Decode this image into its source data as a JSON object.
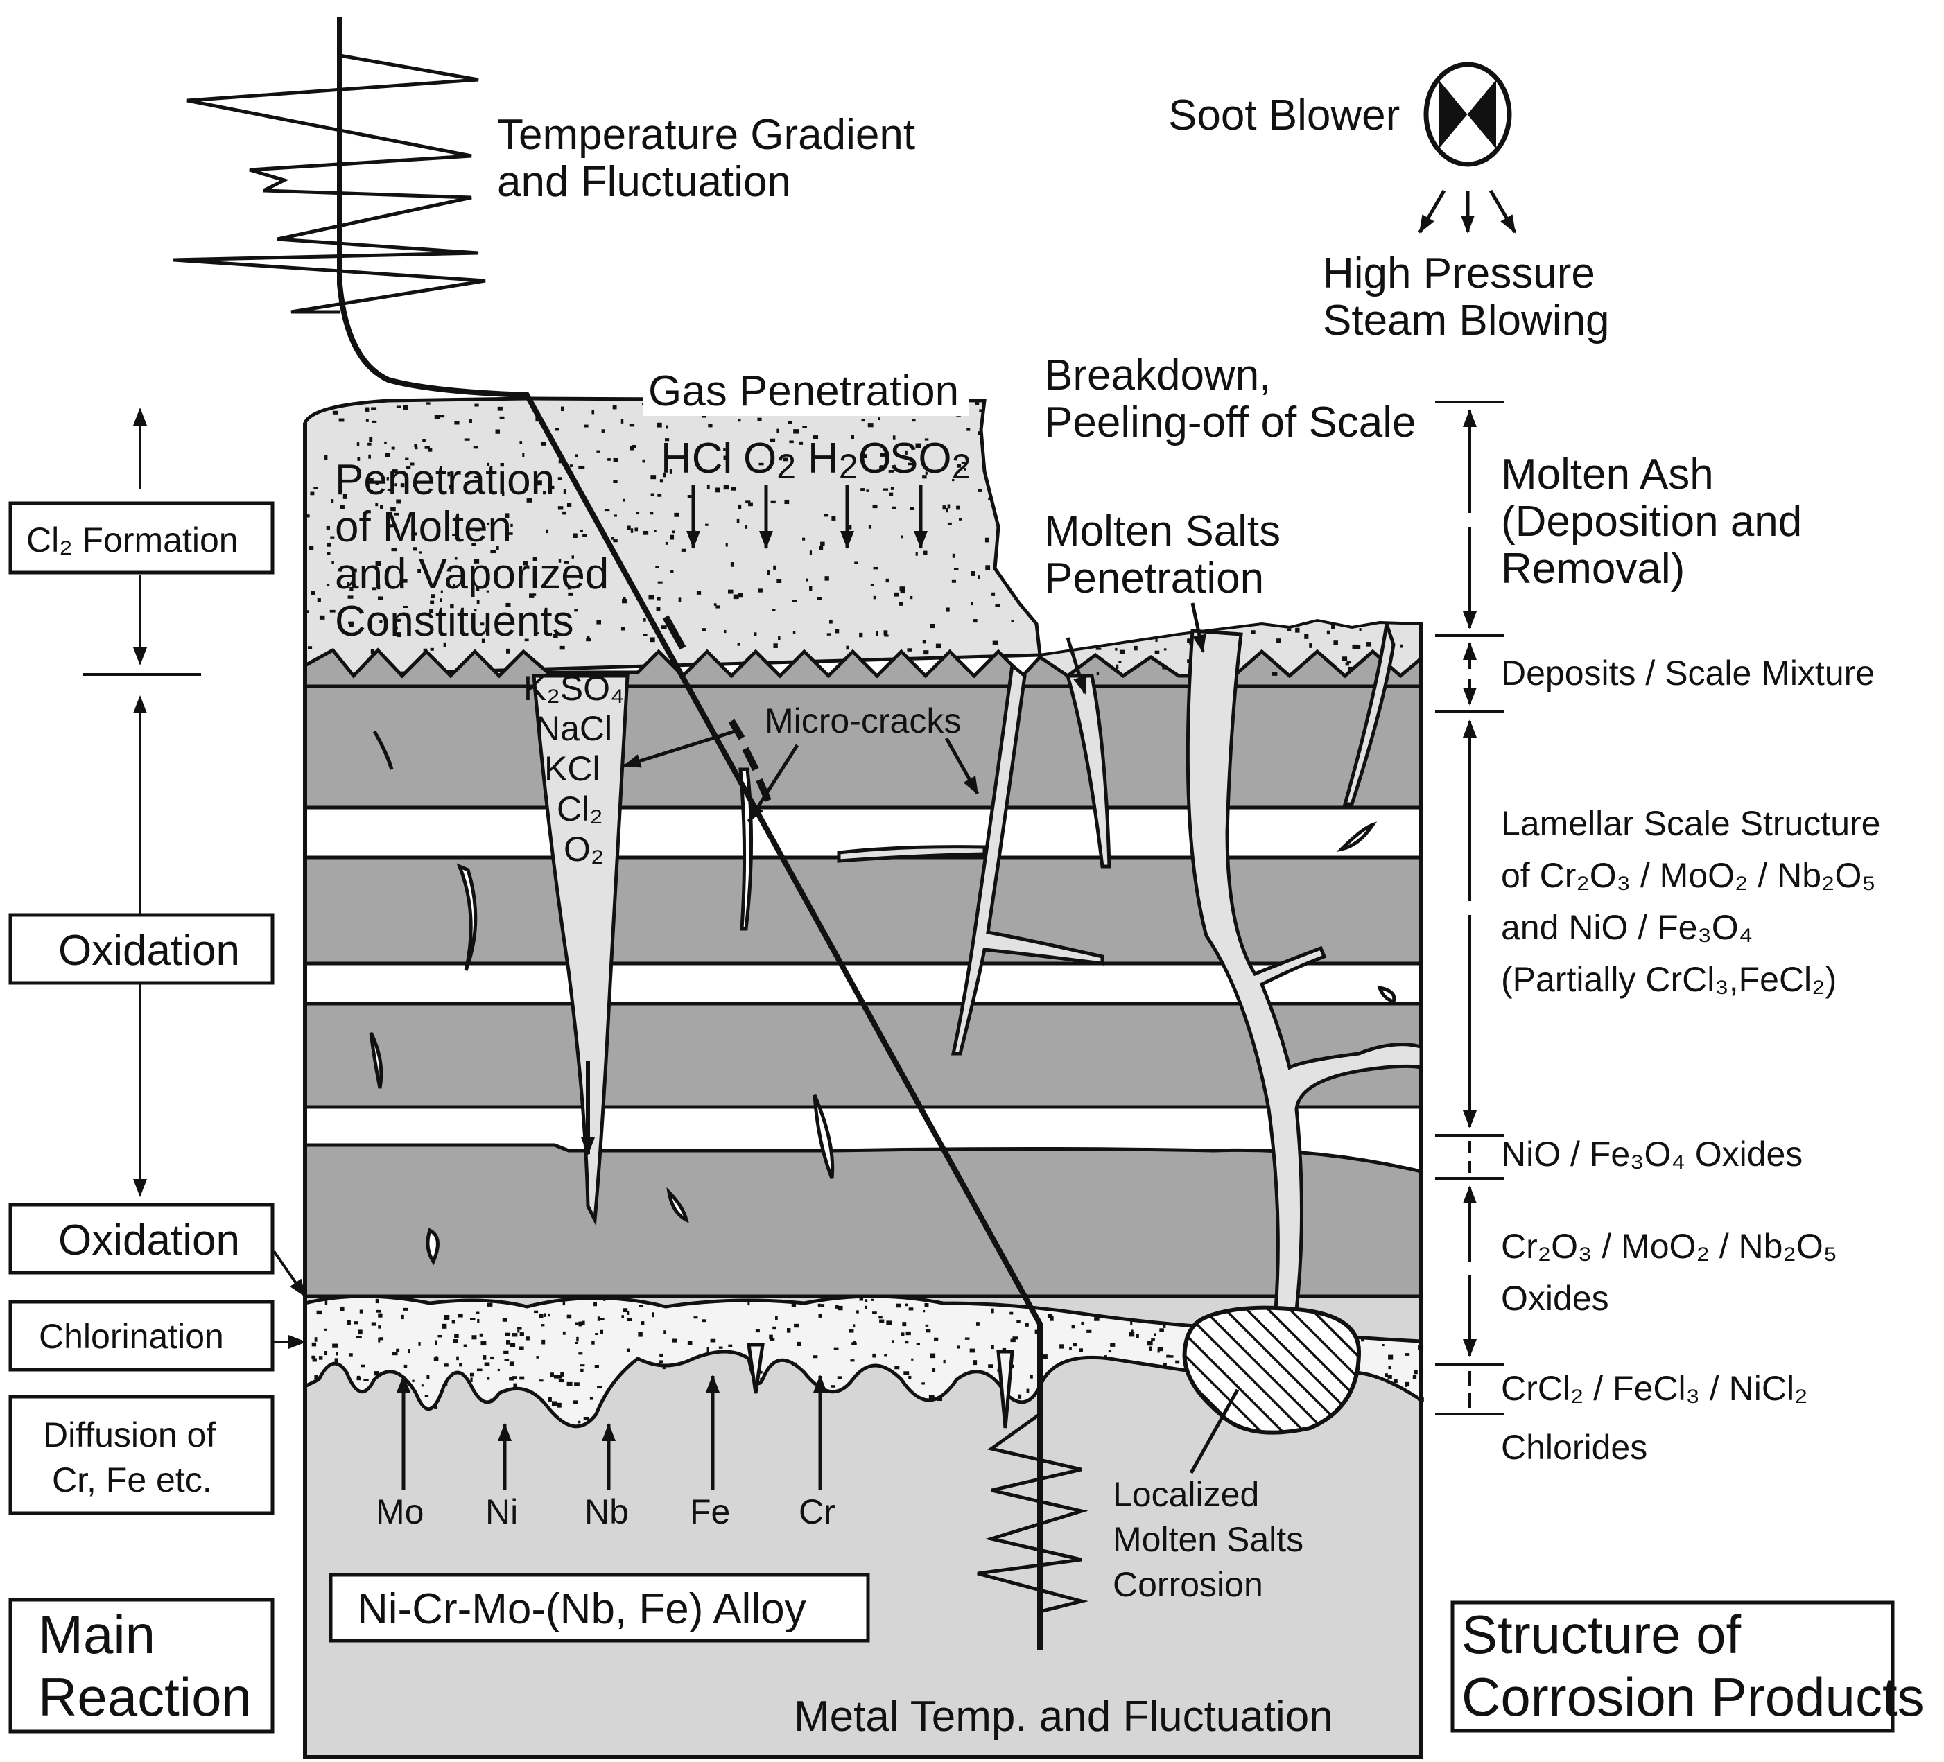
{
  "colors": {
    "ash": "#e2e2e2",
    "scale": "#a6a6a6",
    "band": "#ffffff",
    "alloy": "#d6d6d6",
    "chloride": "#f4f4f4",
    "ink": "#111111"
  },
  "top": {
    "temperature": [
      "Temperature Gradient",
      "and Fluctuation"
    ],
    "soot_blower": "Soot Blower",
    "steam": [
      "High Pressure",
      "Steam Blowing"
    ],
    "breakdown": [
      "Breakdown,",
      "Peeling-off of Scale"
    ],
    "gas_penetration": "Gas Penetration"
  },
  "gases": [
    {
      "main": "HCl",
      "sub": ""
    },
    {
      "main": "O",
      "sub": "2"
    },
    {
      "main": "H",
      "sub": "2",
      "tail": "O"
    },
    {
      "main": "SO",
      "sub": "2"
    }
  ],
  "inner": {
    "penetration": [
      "Penetration",
      "of Molten",
      "and Vaporized",
      "Constituents"
    ],
    "molten_salts": [
      "Molten Salts",
      "Penetration"
    ],
    "micro_cracks": "Micro-cracks",
    "species": [
      "K₂SO₄",
      "NaCl",
      "KCl",
      "Cl₂",
      "O₂"
    ],
    "elements": [
      "Mo",
      "Ni",
      "Nb",
      "Fe",
      "Cr"
    ],
    "alloy": "Ni-Cr-Mo-(Nb, Fe)   Alloy",
    "localized": [
      "Localized",
      "Molten Salts",
      "Corrosion"
    ],
    "metal_temp": "Metal Temp. and Fluctuation"
  },
  "left": {
    "cl2_formation": "Cl₂ Formation",
    "oxidation_1": "Oxidation",
    "oxidation_2": "Oxidation",
    "chlorination": "Chlorination",
    "diffusion": [
      "Diffusion of",
      "Cr, Fe etc."
    ],
    "main_reaction": [
      "Main",
      "Reaction"
    ]
  },
  "right": {
    "molten_ash": [
      "Molten Ash",
      "(Deposition and",
      " Removal)"
    ],
    "deposits": "Deposits / Scale Mixture",
    "lamellar": [
      "Lamellar Scale Structure",
      "of Cr₂O₃ / MoO₂ / Nb₂O₅",
      "and NiO / Fe₃O₄",
      "(Partially CrCl₃,FeCl₂)"
    ],
    "nio": "NiO / Fe₃O₄ Oxides",
    "cr2o3": [
      "Cr₂O₃ / MoO₂ / Nb₂O₅",
      "Oxides"
    ],
    "crcl2": [
      "CrCl₂ / FeCl₃ / NiCl₂",
      "Chlorides"
    ],
    "structure": [
      "Structure of",
      "Corrosion Products"
    ]
  }
}
